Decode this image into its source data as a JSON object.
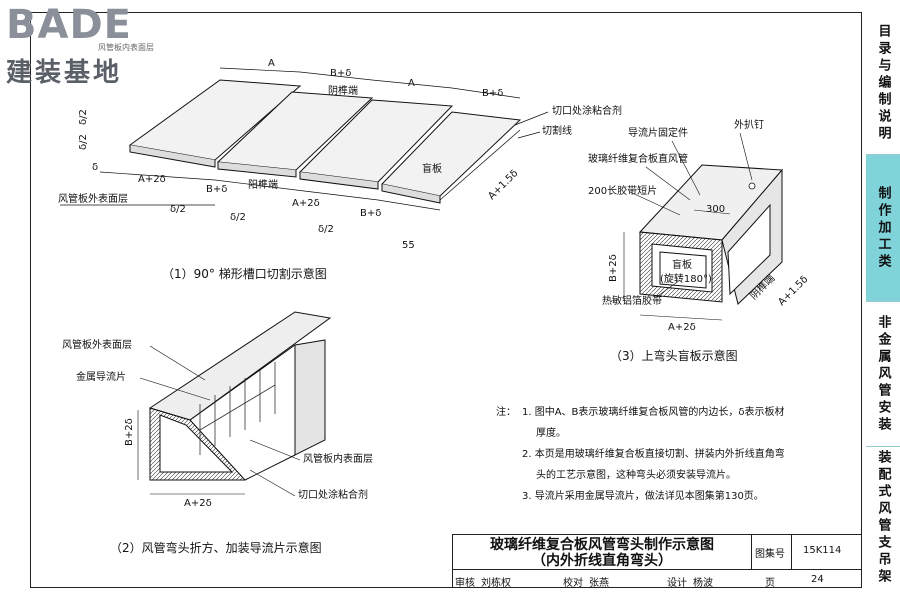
{
  "logo": {
    "word": "BADE",
    "sub": "建装基地",
    "small": "风管板内表面层"
  },
  "side_tabs": [
    {
      "label": "目录与编制说明",
      "active": false
    },
    {
      "label": "制作加工类",
      "active": true
    },
    {
      "label": "非金属风管安装",
      "active": false
    },
    {
      "label": "装配式风管支吊架",
      "active": false
    }
  ],
  "fig1": {
    "caption": "（1）90° 梯形槽口切割示意图",
    "labels": {
      "A_top1": "A",
      "BpD_top": "B+δ",
      "A_top2": "A",
      "BpD_top2": "B+δ",
      "end_plate": "阴榫端",
      "cut_glue": "切口处涂粘合剂",
      "cut_line": "切割线",
      "d2a": "δ/2",
      "d2b": "δ/2",
      "d_left": "δ",
      "blind": "盲板",
      "ApA2D": "A+2δ",
      "BpD_b": "B+δ",
      "ApD_b2": "A+2δ",
      "BpD_b2": "B+δ",
      "end_plate2": "阳榫端",
      "outer": "风管板外表面层",
      "d2c": "δ/2",
      "d2d": "δ/2",
      "d2e": "δ/2",
      "A15D": "A+1.5δ",
      "dims55": "55"
    }
  },
  "fig2": {
    "caption": "（2）风管弯头折方、加装导流片示意图",
    "labels": {
      "outer": "风管板外表面层",
      "vane": "金属导流片",
      "inner": "风管板内表面层",
      "cut_glue": "切口处涂粘合剂",
      "BpD": "B+2δ",
      "ApD": "A+2δ"
    }
  },
  "fig3": {
    "caption": "（3）上弯头盲板示意图",
    "labels": {
      "vane_fix": "导流片固定件",
      "ext_nail": "外扒钉",
      "duct": "玻璃纤维复合板直风管",
      "tape": "200长胶带短片",
      "dim300": "300",
      "BpD": "B+2δ",
      "blind": "盲板",
      "rot": "(旋转180°)",
      "alu_tape": "热敏铝箔胶带",
      "ApD": "A+2δ",
      "A15D": "A+1.5δ",
      "end_plate": "阴榫端"
    }
  },
  "notes": {
    "title": "注：",
    "items": [
      "1. 图中A、B表示玻璃纤维复合板风管的内边长，δ表示板材",
      "厚度。",
      "2. 本页是用玻璃纤维复合板直接切割、拼装内外折线直角弯",
      "头的工艺示意图，这种弯头必须安装导流片。",
      "3. 导流片采用金属导流片，做法详见本图集第130页。"
    ]
  },
  "title_block": {
    "title1": "玻璃纤维复合板风管弯头制作示意图",
    "title2": "（内外折线直角弯头）",
    "atlas_label": "图集号",
    "atlas_no": "15K114",
    "review_label": "审核",
    "reviewer": "刘栋权",
    "check_label": "校对",
    "checker": "张燕",
    "design_label": "设计",
    "designer": "杨波",
    "page_label": "页",
    "page_no": "24"
  }
}
